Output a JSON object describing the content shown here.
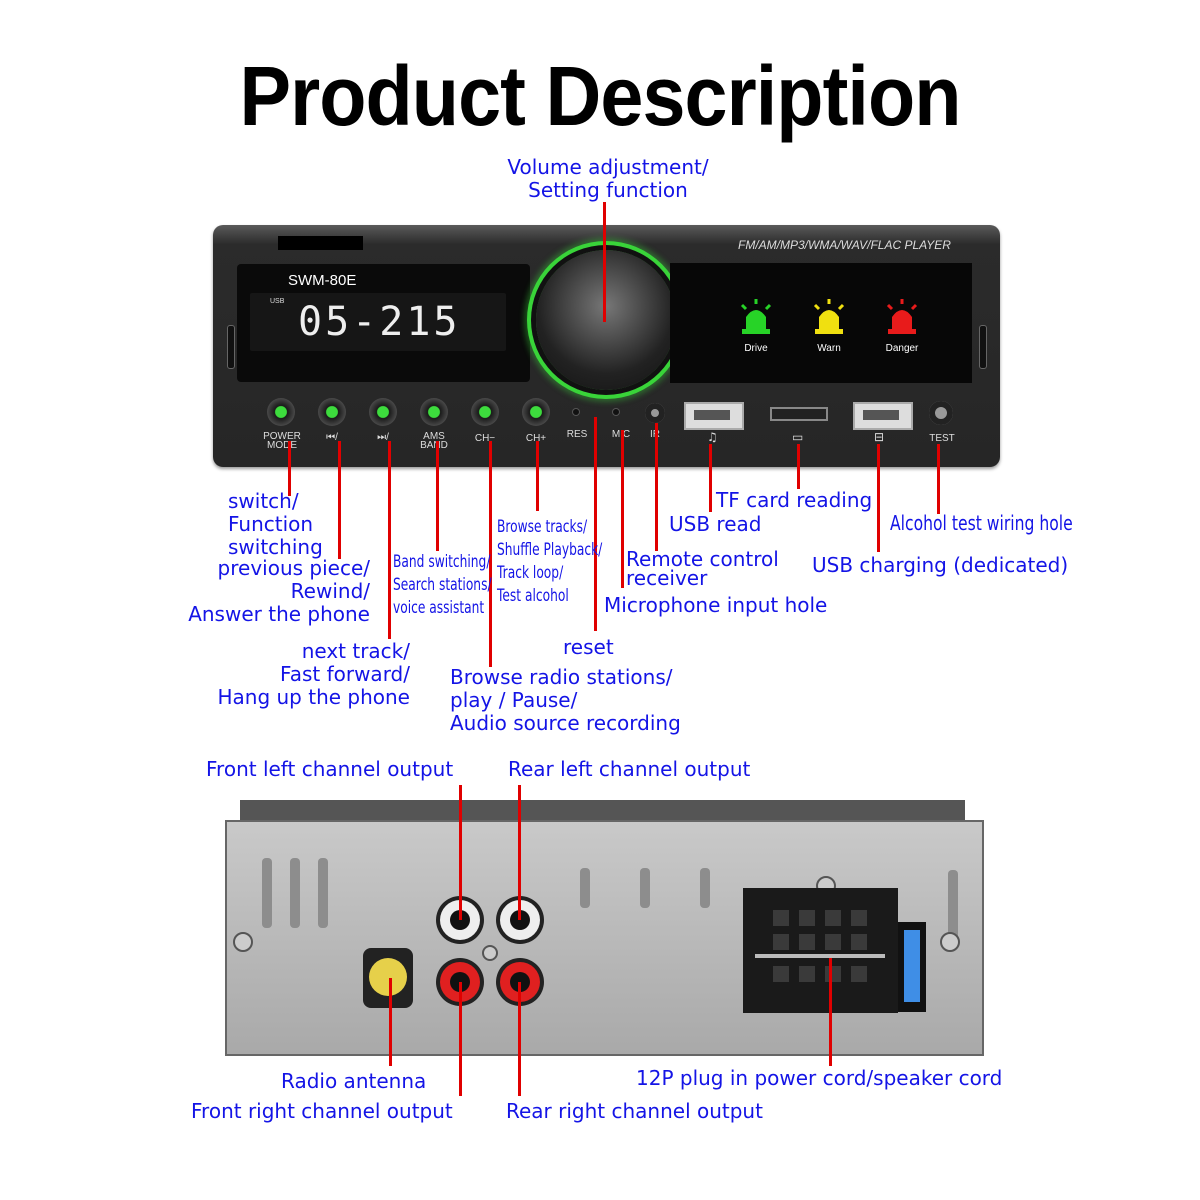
{
  "title": "Product Description",
  "device": {
    "model": "SWM-80E",
    "format_text": "FM/AM/MP3/WMA/WAV/FLAC PLAYER",
    "display_value": "05-215",
    "usb_tag": "USB",
    "indicators": [
      {
        "label": "Drive",
        "color": "#27d327"
      },
      {
        "label": "Warn",
        "color": "#f0e010"
      },
      {
        "label": "Danger",
        "color": "#e81b1b"
      }
    ],
    "buttons": {
      "power_mode": "POWER MODE",
      "prev": "⏮/",
      "next": "⏭/",
      "ams_band": "AMS BAND",
      "ch_minus": "CH−",
      "ch_plus": "CH+",
      "res": "RES",
      "mic": "MIC",
      "ir": "IR",
      "test": "TEST"
    }
  },
  "labels": {
    "volume": "Volume adjustment/\nSetting function",
    "switch": "switch/\nFunction\nswitching",
    "previous": "previous piece/\nRewind/\nAnswer the phone",
    "next": "next track/\nFast forward/\nHang up the phone",
    "band": "Band switching/\nSearch stations/\nvoice assistant",
    "browse_tracks": "Browse tracks/\nShuffle Playback/\nTrack loop/\nTest alcohol",
    "browse_radio": "Browse radio stations/\nplay / Pause/\nAudio source recording",
    "reset": "reset",
    "remote": "Remote control\nreceiver",
    "microphone": "Microphone input hole",
    "usb_read": "USB read",
    "tf_card": "TF card reading",
    "alcohol": "Alcohol test wiring hole",
    "usb_charging": "USB charging (dedicated)",
    "front_left": "Front left channel output",
    "rear_left": "Rear left channel output",
    "radio_antenna": "Radio antenna",
    "front_right": "Front right channel output",
    "rear_right": "Rear right channel output",
    "plug_12p": "12P plug in power cord/speaker cord"
  },
  "colors": {
    "label_text": "#1414e6",
    "leader_line": "#e00000"
  }
}
